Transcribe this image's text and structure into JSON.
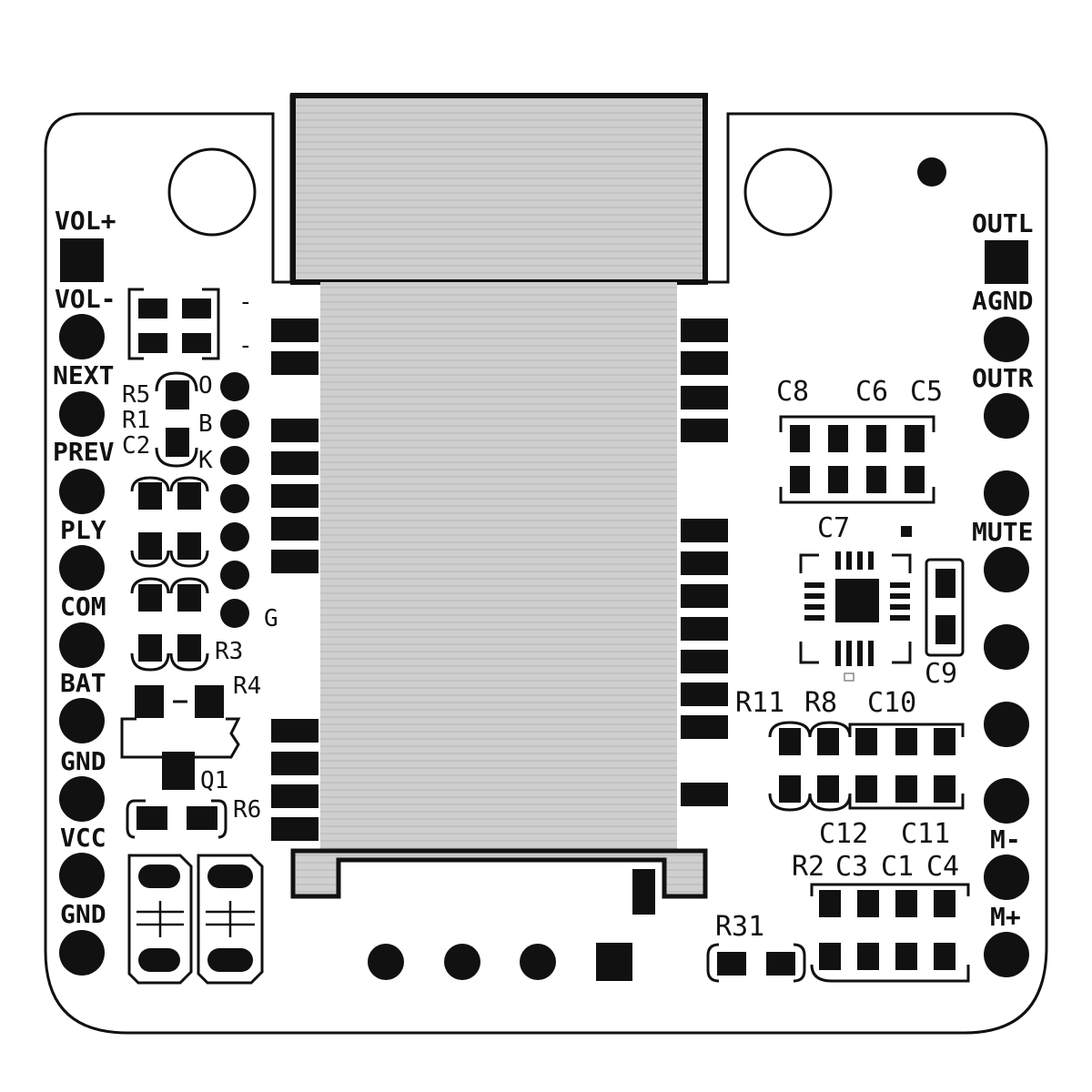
{
  "board": {
    "left_pins": [
      {
        "label": "VOL+",
        "shape": "square"
      },
      {
        "label": "VOL-",
        "shape": "circle"
      },
      {
        "label": "NEXT",
        "shape": "circle"
      },
      {
        "label": "PREV",
        "shape": "circle"
      },
      {
        "label": "PLY",
        "shape": "circle"
      },
      {
        "label": "COM",
        "shape": "circle"
      },
      {
        "label": "BAT",
        "shape": "circle"
      },
      {
        "label": "GND",
        "shape": "circle"
      },
      {
        "label": "VCC",
        "shape": "circle"
      },
      {
        "label": "GND",
        "shape": "circle"
      }
    ],
    "right_pins": [
      {
        "label": "OUTL",
        "shape": "square"
      },
      {
        "label": "AGND",
        "shape": "circle"
      },
      {
        "label": "OUTR",
        "shape": "circle"
      },
      {
        "label": "",
        "shape": "circle"
      },
      {
        "label": "MUTE",
        "shape": "circle"
      },
      {
        "label": "",
        "shape": "circle"
      },
      {
        "label": "",
        "shape": "circle"
      },
      {
        "label": "",
        "shape": "circle"
      },
      {
        "label": "M-",
        "shape": "circle"
      },
      {
        "label": "M+",
        "shape": "circle"
      }
    ],
    "left_components": {
      "r5": "R5",
      "r1": "R1",
      "c2": "C2",
      "o": "O",
      "b": "B",
      "k": "K",
      "g": "G",
      "r3": "R3",
      "r4": "R4",
      "q1": "Q1",
      "r6": "R6",
      "dash1": "-",
      "dash2": "-"
    },
    "right_components": {
      "c8": "C8",
      "c6": "C6",
      "c5": "C5",
      "c7": "C7",
      "c9": "C9",
      "r11": "R11",
      "r8": "R8",
      "c10": "C10",
      "c12": "C12",
      "c11": "C11",
      "r2": "R2",
      "c3": "C3",
      "c1": "C1",
      "c4": "C4",
      "r31": "R31"
    }
  }
}
